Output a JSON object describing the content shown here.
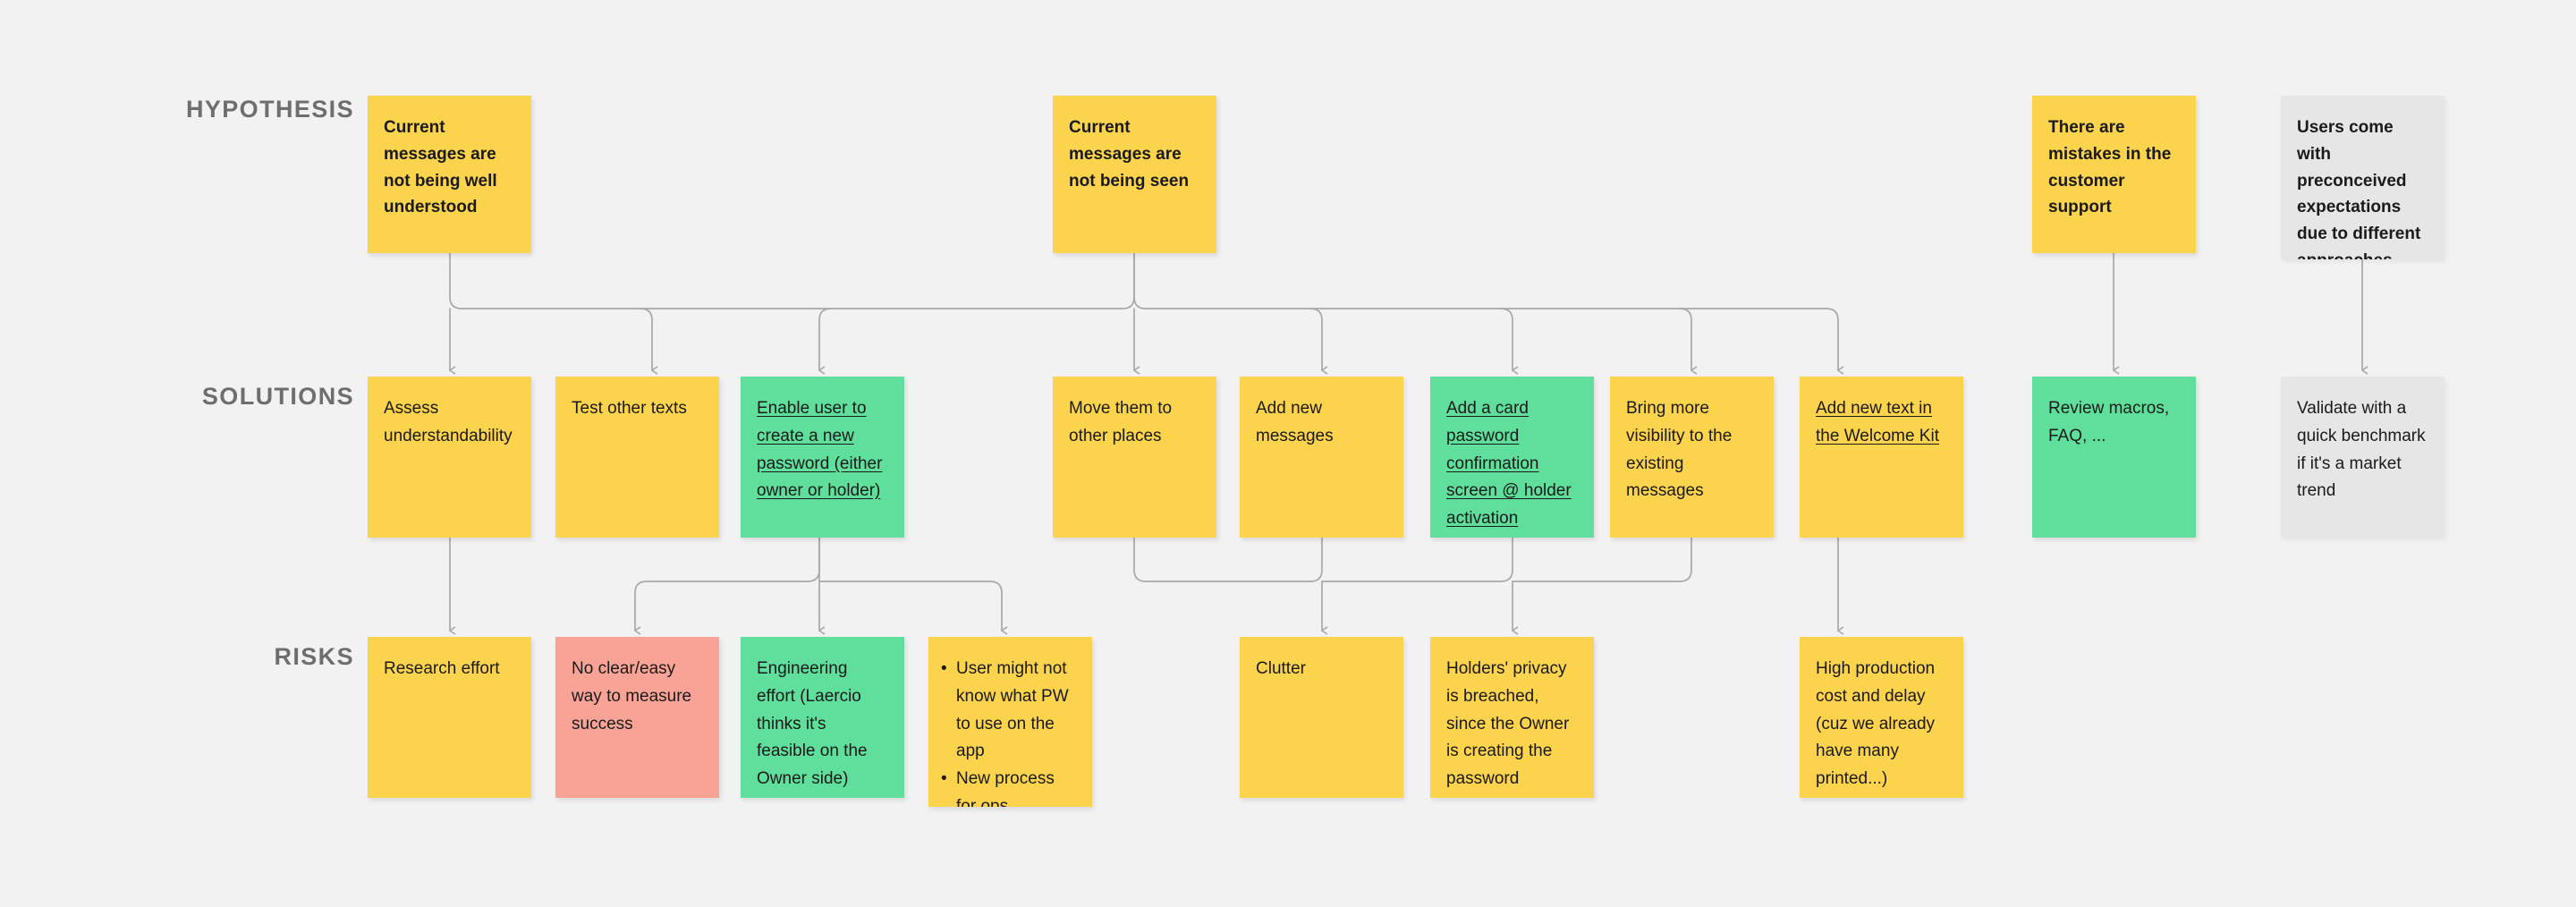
{
  "canvas": {
    "background": "#f2f2f2",
    "colors": {
      "yellow": "#fcd34d",
      "green": "#5fdf9b",
      "pink": "#f9a396",
      "gray": "#e6e6e6",
      "connector": "#a8a8a8",
      "label_text": "#6e6e6e",
      "card_text": "#1a1a1a"
    }
  },
  "rows": {
    "hypothesis": {
      "label": "HYPOTHESIS"
    },
    "solutions": {
      "label": "SOLUTIONS"
    },
    "risks": {
      "label": "RISKS"
    }
  },
  "hypothesis_cards": [
    {
      "id": "h1",
      "text": "Current messages are not being well understood",
      "color": "yellow"
    },
    {
      "id": "h2",
      "text": "Current messages are not being seen",
      "color": "yellow"
    },
    {
      "id": "h3",
      "text": "There are mistakes in the customer support",
      "color": "yellow"
    },
    {
      "id": "h4",
      "text": "Users come with preconceived expectations due to different approaches from competitors",
      "color": "gray"
    }
  ],
  "solution_cards": [
    {
      "id": "s1",
      "text": "Assess understandability",
      "color": "yellow",
      "underline": false
    },
    {
      "id": "s2",
      "text": "Test other texts",
      "color": "yellow",
      "underline": false
    },
    {
      "id": "s3",
      "text": "Enable user to create a new password (either owner or holder)",
      "color": "green",
      "underline": true
    },
    {
      "id": "s4",
      "text": "Move them to other places",
      "color": "yellow",
      "underline": false
    },
    {
      "id": "s5",
      "text": "Add new messages",
      "color": "yellow",
      "underline": false
    },
    {
      "id": "s6",
      "text": "Add a card password confirmation screen @ holder activation",
      "color": "green",
      "underline": true
    },
    {
      "id": "s7",
      "text": "Bring more visibility to the existing messages",
      "color": "yellow",
      "underline": false
    },
    {
      "id": "s8",
      "text": "Add new text in the Welcome Kit",
      "color": "yellow",
      "underline": true
    },
    {
      "id": "s9",
      "text": "Review macros, FAQ, ...",
      "color": "green",
      "underline": false
    },
    {
      "id": "s10",
      "text": "Validate with a quick benchmark if it's a market trend",
      "color": "gray",
      "underline": false
    }
  ],
  "risk_cards": [
    {
      "id": "r1",
      "text": "Research effort",
      "color": "yellow",
      "bullets": null
    },
    {
      "id": "r2",
      "text": "No clear/easy way to measure success",
      "color": "pink",
      "bullets": null
    },
    {
      "id": "r3",
      "text": "Engineering effort (Laercio thinks it's feasible on the Owner side)",
      "color": "green",
      "bullets": null
    },
    {
      "id": "r4",
      "text": null,
      "color": "yellow",
      "bullets": [
        "User might not know what PW to use on the app",
        "New process for ops"
      ]
    },
    {
      "id": "r5",
      "text": "Clutter",
      "color": "yellow",
      "bullets": null
    },
    {
      "id": "r6",
      "text": "Holders' privacy is breached, since the Owner is creating the password",
      "color": "yellow",
      "bullets": null
    },
    {
      "id": "r7",
      "text": "High production cost and delay (cuz we already have many printed...)",
      "color": "yellow",
      "bullets": null
    }
  ]
}
